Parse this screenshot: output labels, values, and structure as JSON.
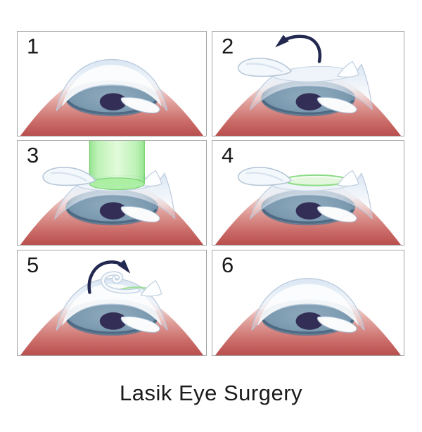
{
  "title": "Lasik Eye Surgery",
  "panels": [
    {
      "number": "1",
      "illustration": "eye-intact"
    },
    {
      "number": "2",
      "illustration": "corneal-flap-lifted-with-arrow-left"
    },
    {
      "number": "3",
      "illustration": "laser-beam-reshaping-cornea"
    },
    {
      "number": "4",
      "illustration": "reshaped-cornea-green-lens"
    },
    {
      "number": "5",
      "illustration": "flap-folded-back-with-arrow-right"
    },
    {
      "number": "6",
      "illustration": "eye-healed-flap-in-place"
    }
  ],
  "colors": {
    "background": "#ffffff",
    "panel_border": "#a3a3a3",
    "number_color": "#1a1a1a",
    "title_color": "#1a1a1a",
    "arrow_navy": "#232850",
    "laser_green": "#a9efa0",
    "laser_edge": "#74d06d",
    "lens_fill": "#e2f8da",
    "lens_edge": "#84da7b",
    "iris_blue": "#7c9ab0",
    "iris_edge": "#4a6b88",
    "pupil_navy": "#332e55",
    "sclera_red": "#b84f4e",
    "sclera_pink": "#e0a09b",
    "cornea_fill": "#e3ecf6",
    "cornea_edge": "#b9c9dc",
    "flap_fill": "#f3f8fc"
  }
}
